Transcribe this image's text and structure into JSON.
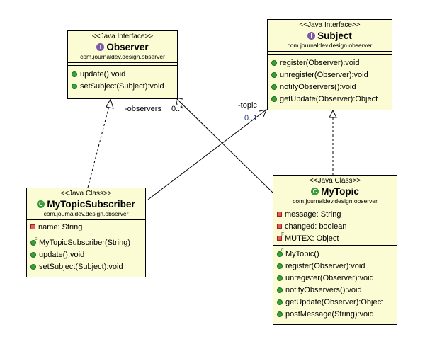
{
  "observer": {
    "stereotype": "<<Java Interface>>",
    "name": "Observer",
    "icon": "interface-icon",
    "package": "com.journaldev.design.observer",
    "operations": [
      "update():void",
      "setSubject(Subject):void"
    ]
  },
  "subject": {
    "stereotype": "<<Java Interface>>",
    "name": "Subject",
    "icon": "interface-icon",
    "package": "com.journaldev.design.observer",
    "operations": [
      "register(Observer):void",
      "unregister(Observer):void",
      "notifyObservers():void",
      "getUpdate(Observer):Object"
    ]
  },
  "subscriber": {
    "stereotype": "<<Java Class>>",
    "name": "MyTopicSubscriber",
    "icon": "class-icon",
    "package": "com.journaldev.design.observer",
    "attributes": [
      "name: String"
    ],
    "operations": [
      "MyTopicSubscriber(String)",
      "update():void",
      "setSubject(Subject):void"
    ]
  },
  "topic": {
    "stereotype": "<<Java Class>>",
    "name": "MyTopic",
    "icon": "class-icon",
    "package": "com.journaldev.design.observer",
    "attributes": [
      "message: String",
      "changed: boolean",
      "MUTEX: Object"
    ],
    "operations": [
      "MyTopic()",
      "register(Observer):void",
      "unregister(Observer):void",
      "notifyObservers():void",
      "getUpdate(Observer):Object",
      "postMessage(String):void"
    ]
  },
  "associations": {
    "observers_role": "-observers",
    "observers_mult": "0..*",
    "topic_role": "-topic",
    "topic_mult": "0..1"
  }
}
